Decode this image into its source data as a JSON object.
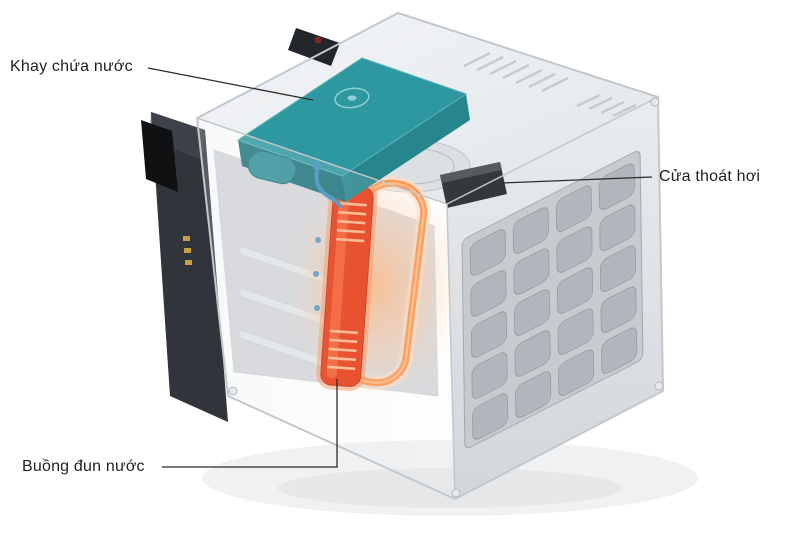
{
  "diagram": {
    "labels": {
      "water_tray": "Khay chứa nước",
      "steam_vent": "Cửa thoát hơi",
      "boiler": "Buồng đun nước"
    },
    "colors": {
      "water_tray_teal": "#2d98a0",
      "boiler_red": "#e8380e",
      "boiler_glow_orange": "#ff9550",
      "vent_dark": "#34383d",
      "body_gray": "#e9ecee",
      "label_text": "#1f1f1f",
      "leader_line": "#2b2b2b"
    }
  }
}
